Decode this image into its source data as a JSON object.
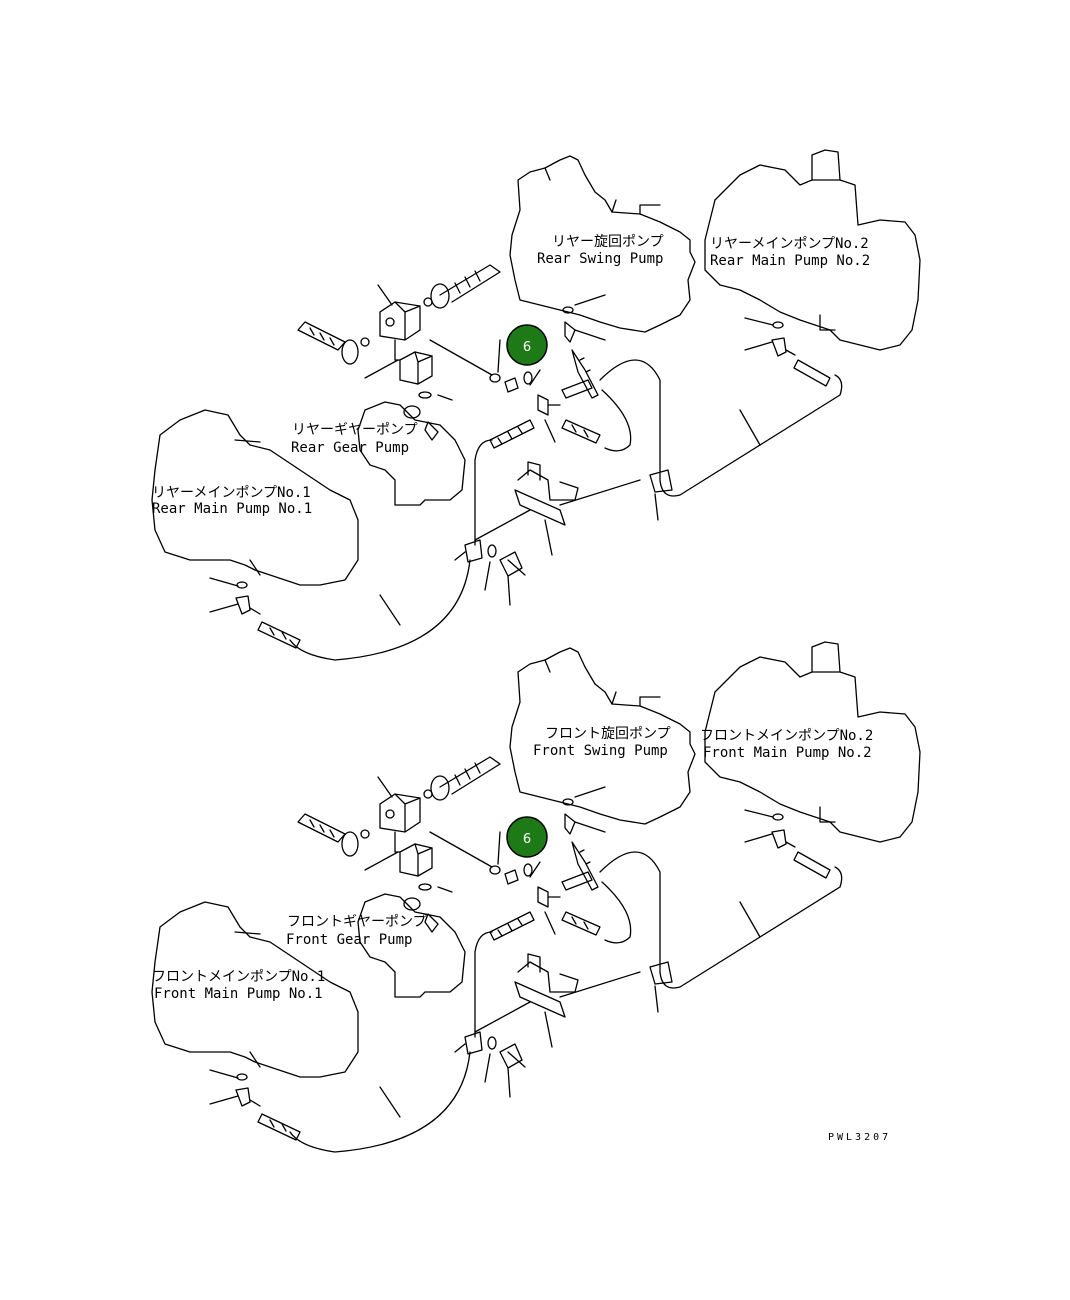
{
  "diagram": {
    "sections": [
      {
        "name": "rear",
        "labels": {
          "swing_pump_jp": "リヤー旋回ポンプ",
          "swing_pump_en": "Rear Swing Pump",
          "main_pump2_jp": "リヤーメインポンプNo.2",
          "main_pump2_en": "Rear Main Pump No.2",
          "gear_pump_jp": "リヤーギヤーポンプ",
          "gear_pump_en": "Rear Gear Pump",
          "main_pump1_jp": "リヤーメインポンプNo.1",
          "main_pump1_en": "Rear Main Pump No.1"
        },
        "callout": "6"
      },
      {
        "name": "front",
        "labels": {
          "swing_pump_jp": "フロント旋回ポンプ",
          "swing_pump_en": "Front Swing Pump",
          "main_pump2_jp": "フロントメインポンプNo.2",
          "main_pump2_en": "Front Main Pump No.2",
          "gear_pump_jp": "フロントギヤーポンプ",
          "gear_pump_en": "Front Gear Pump",
          "main_pump1_jp": "フロントメインポンプNo.1",
          "main_pump1_en": "Front Main Pump No.1"
        },
        "callout": "6"
      }
    ],
    "drawing_ref": "PWL3207",
    "callout_color": "#1e7a16"
  }
}
